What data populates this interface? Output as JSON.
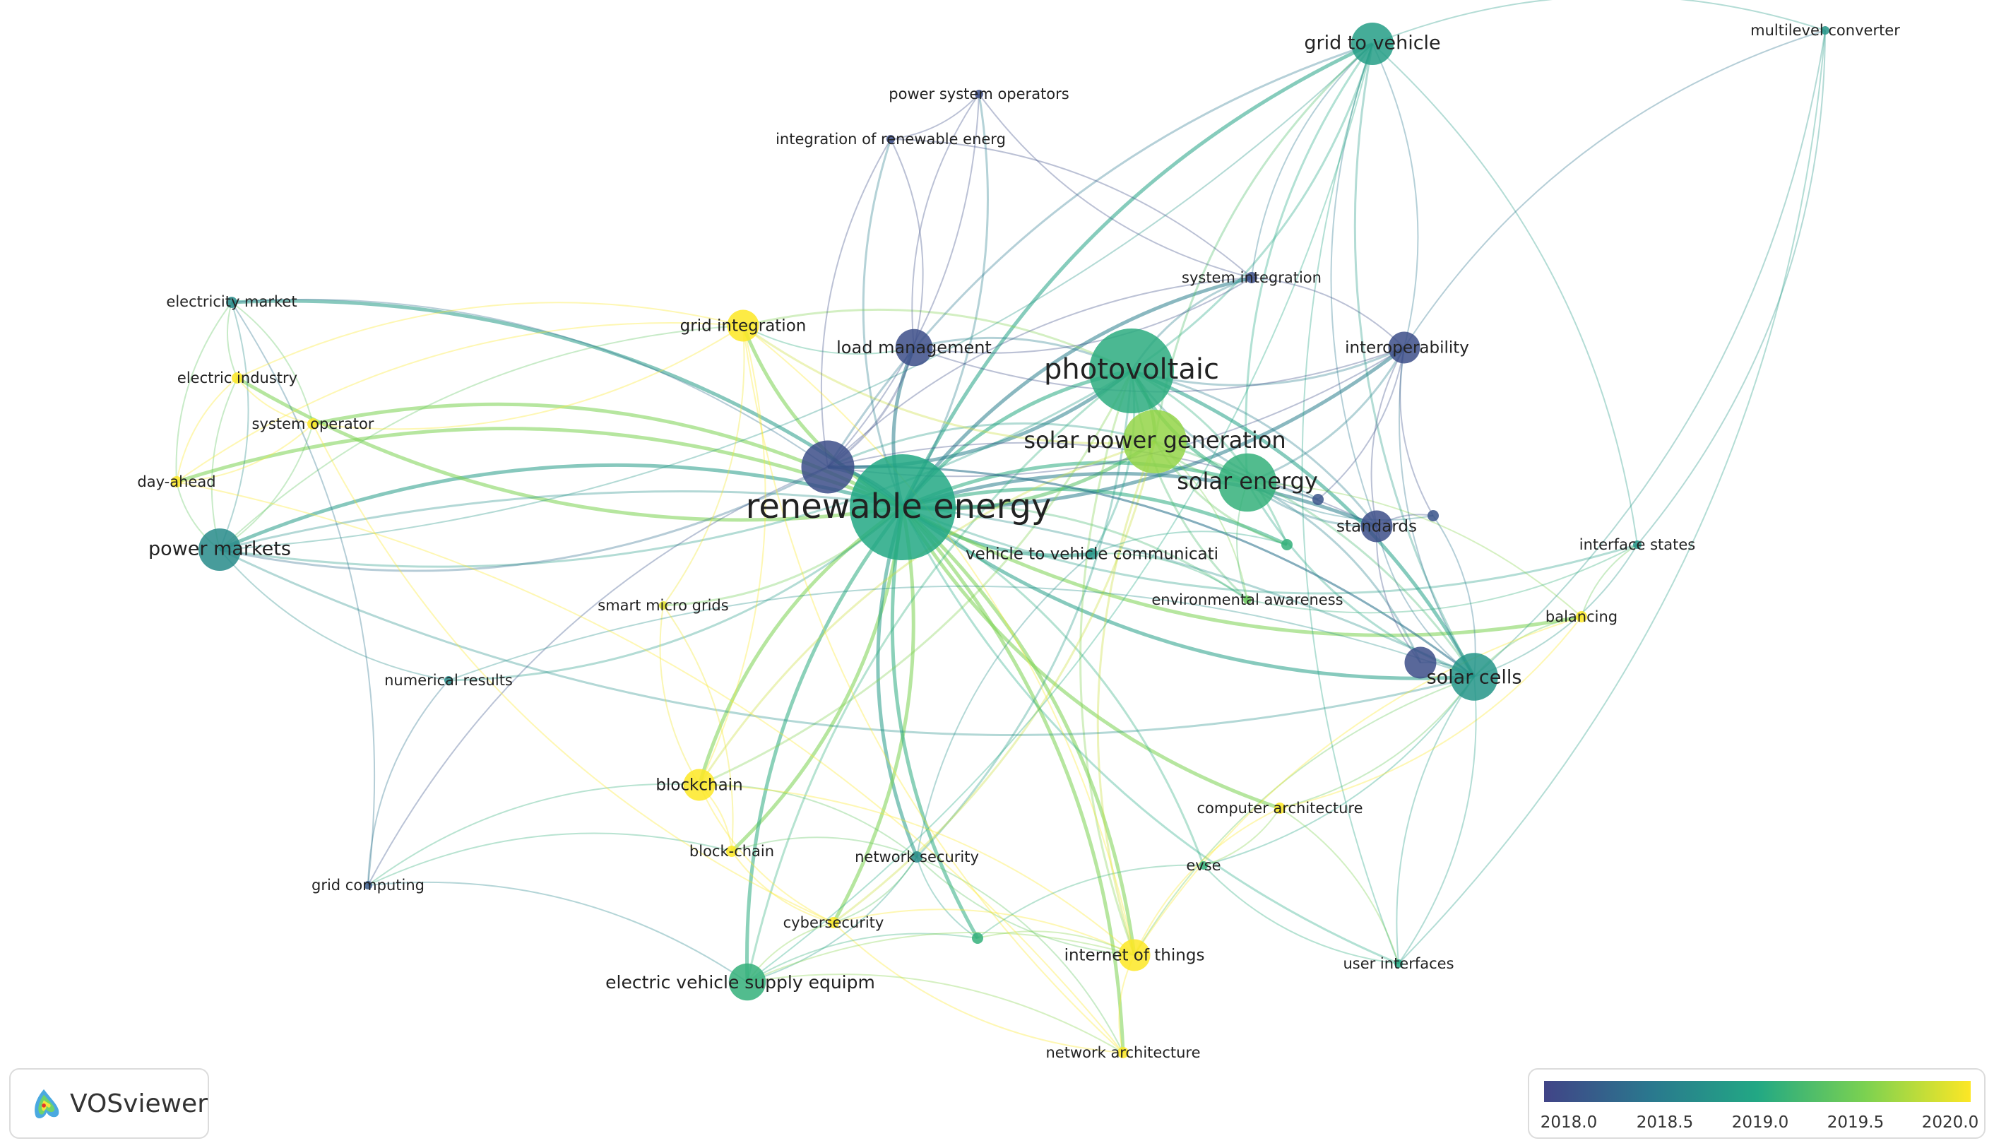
{
  "colors": {
    "c2018": "#414487",
    "c2018_5": "#2a788e",
    "c2019": "#22a884",
    "c2019_5": "#7ad151",
    "c2020": "#fde725"
  },
  "logo": {
    "text": "VOSviewer",
    "icon": "vosviewer-logo-icon"
  },
  "legend": {
    "ticks": [
      "2018.0",
      "2018.5",
      "2019.0",
      "2019.5",
      "2020.0"
    ]
  },
  "nodes": [
    {
      "id": "re",
      "label": "renewable energy",
      "year": 2019.0,
      "weight": 10
    },
    {
      "id": "pv",
      "label": "photovoltaic",
      "year": 2019.05,
      "weight": 8
    },
    {
      "id": "spg",
      "label": "solar power generation",
      "year": 2019.6,
      "weight": 6
    },
    {
      "id": "se",
      "label": "solar energy",
      "year": 2019.1,
      "weight": 5.5
    },
    {
      "id": "sc",
      "label": "solar cells",
      "year": 2018.8,
      "weight": 4.5
    },
    {
      "id": "gtv",
      "label": "grid to vehicle",
      "year": 2018.9,
      "weight": 4
    },
    {
      "id": "pm",
      "label": "power markets",
      "year": 2018.7,
      "weight": 4
    },
    {
      "id": "lm",
      "label": "load management",
      "year": 2018.1,
      "weight": 3.5
    },
    {
      "id": "u1",
      "label": "",
      "year": 2018.1,
      "weight": 5
    },
    {
      "id": "gi",
      "label": "grid integration",
      "year": 2020.0,
      "weight": 3
    },
    {
      "id": "em",
      "label": "electricity market",
      "year": 2018.7,
      "weight": 2.5
    },
    {
      "id": "ei",
      "label": "electric industry",
      "year": 2020.0,
      "weight": 2.5
    },
    {
      "id": "so",
      "label": "system operator",
      "year": 2020.0,
      "weight": 2.5
    },
    {
      "id": "da",
      "label": "day-ahead",
      "year": 2020.0,
      "weight": 2.5
    },
    {
      "id": "pso",
      "label": "power system operators",
      "year": 2018.1,
      "weight": 2
    },
    {
      "id": "iore",
      "label": "integration of renewable energ",
      "year": 2018.1,
      "weight": 2
    },
    {
      "id": "mlc",
      "label": "multilevel converter",
      "year": 2018.8,
      "weight": 2
    },
    {
      "id": "si",
      "label": "system integration",
      "year": 2018.1,
      "weight": 2.5
    },
    {
      "id": "iop",
      "label": "interoperability",
      "year": 2018.1,
      "weight": 3
    },
    {
      "id": "std",
      "label": "standards",
      "year": 2018.1,
      "weight": 3
    },
    {
      "id": "u2",
      "label": "",
      "year": 2018.15,
      "weight": 2.5
    },
    {
      "id": "u3",
      "label": "",
      "year": 2018.15,
      "weight": 2.5
    },
    {
      "id": "u4",
      "label": "",
      "year": 2019.1,
      "weight": 2.5
    },
    {
      "id": "u5",
      "label": "",
      "year": 2018.1,
      "weight": 3
    },
    {
      "id": "v2v",
      "label": "vehicle to vehicle communicati",
      "year": 2018.8,
      "weight": 2.5
    },
    {
      "id": "ea",
      "label": "environmental awareness",
      "year": 2019.4,
      "weight": 2
    },
    {
      "id": "is",
      "label": "interface states",
      "year": 2018.8,
      "weight": 2
    },
    {
      "id": "bal",
      "label": "balancing",
      "year": 2020.0,
      "weight": 2.5
    },
    {
      "id": "smg",
      "label": "smart micro grids",
      "year": 2019.9,
      "weight": 2
    },
    {
      "id": "nr",
      "label": "numerical results",
      "year": 2018.7,
      "weight": 2
    },
    {
      "id": "bc",
      "label": "blockchain",
      "year": 2020.0,
      "weight": 3
    },
    {
      "id": "bc2",
      "label": "block-chain",
      "year": 2020.0,
      "weight": 2.5
    },
    {
      "id": "gc",
      "label": "grid computing",
      "year": 2018.2,
      "weight": 2
    },
    {
      "id": "ns",
      "label": "network security",
      "year": 2018.7,
      "weight": 2.5
    },
    {
      "id": "cs",
      "label": "cybersecurity",
      "year": 2020.0,
      "weight": 2.5
    },
    {
      "id": "u6",
      "label": "",
      "year": 2019.1,
      "weight": 2.5
    },
    {
      "id": "ca",
      "label": "computer architecture",
      "year": 2020.0,
      "weight": 2.5
    },
    {
      "id": "evse",
      "label": "evse",
      "year": 2019.1,
      "weight": 2
    },
    {
      "id": "iot",
      "label": "internet of things",
      "year": 2020.0,
      "weight": 3
    },
    {
      "id": "ui",
      "label": "user interfaces",
      "year": 2019.0,
      "weight": 2
    },
    {
      "id": "evsupply",
      "label": "electric vehicle supply equipm",
      "year": 2019.1,
      "weight": 3.5
    },
    {
      "id": "na",
      "label": "network architecture",
      "year": 2020.0,
      "weight": 2.5
    }
  ],
  "links": [
    [
      "re",
      "pv"
    ],
    [
      "re",
      "spg"
    ],
    [
      "re",
      "se"
    ],
    [
      "re",
      "sc"
    ],
    [
      "re",
      "gtv"
    ],
    [
      "re",
      "pm"
    ],
    [
      "re",
      "lm"
    ],
    [
      "re",
      "u1"
    ],
    [
      "re",
      "gi"
    ],
    [
      "re",
      "em"
    ],
    [
      "re",
      "iore"
    ],
    [
      "re",
      "pso"
    ],
    [
      "re",
      "si"
    ],
    [
      "re",
      "iop"
    ],
    [
      "re",
      "std"
    ],
    [
      "re",
      "v2v"
    ],
    [
      "re",
      "ea"
    ],
    [
      "re",
      "bal"
    ],
    [
      "re",
      "smg"
    ],
    [
      "re",
      "bc"
    ],
    [
      "re",
      "bc2"
    ],
    [
      "re",
      "ns"
    ],
    [
      "re",
      "cs"
    ],
    [
      "re",
      "u6"
    ],
    [
      "re",
      "iot"
    ],
    [
      "re",
      "evsupply"
    ],
    [
      "re",
      "na"
    ],
    [
      "re",
      "ca"
    ],
    [
      "re",
      "evse"
    ],
    [
      "re",
      "ui"
    ],
    [
      "re",
      "nr"
    ],
    [
      "re",
      "is"
    ],
    [
      "re",
      "u4"
    ],
    [
      "re",
      "so"
    ],
    [
      "re",
      "ei"
    ],
    [
      "re",
      "da"
    ],
    [
      "pv",
      "spg"
    ],
    [
      "pv",
      "se"
    ],
    [
      "pv",
      "sc"
    ],
    [
      "pv",
      "gtv"
    ],
    [
      "pv",
      "u1"
    ],
    [
      "pv",
      "lm"
    ],
    [
      "pv",
      "si"
    ],
    [
      "pv",
      "iop"
    ],
    [
      "pv",
      "std"
    ],
    [
      "pv",
      "u2"
    ],
    [
      "pv",
      "u4"
    ],
    [
      "pv",
      "evsupply"
    ],
    [
      "pv",
      "ns"
    ],
    [
      "pv",
      "iot"
    ],
    [
      "pv",
      "bc"
    ],
    [
      "pv",
      "gi"
    ],
    [
      "pv",
      "pm"
    ],
    [
      "pv",
      "ea"
    ],
    [
      "pv",
      "v2v"
    ],
    [
      "spg",
      "se"
    ],
    [
      "spg",
      "sc"
    ],
    [
      "spg",
      "u1"
    ],
    [
      "spg",
      "gtv"
    ],
    [
      "spg",
      "u4"
    ],
    [
      "spg",
      "ea"
    ],
    [
      "spg",
      "iot"
    ],
    [
      "spg",
      "cs"
    ],
    [
      "spg",
      "bc"
    ],
    [
      "spg",
      "gi"
    ],
    [
      "se",
      "sc"
    ],
    [
      "se",
      "gtv"
    ],
    [
      "se",
      "std"
    ],
    [
      "se",
      "u2"
    ],
    [
      "se",
      "u3"
    ],
    [
      "se",
      "u5"
    ],
    [
      "se",
      "iop"
    ],
    [
      "se",
      "bal"
    ],
    [
      "se",
      "ea"
    ],
    [
      "sc",
      "gtv"
    ],
    [
      "sc",
      "is"
    ],
    [
      "sc",
      "bal"
    ],
    [
      "sc",
      "u5"
    ],
    [
      "sc",
      "std"
    ],
    [
      "sc",
      "u3"
    ],
    [
      "sc",
      "iop"
    ],
    [
      "sc",
      "ui"
    ],
    [
      "sc",
      "ca"
    ],
    [
      "sc",
      "iot"
    ],
    [
      "sc",
      "pm"
    ],
    [
      "sc",
      "u1"
    ],
    [
      "sc",
      "evse"
    ],
    [
      "sc",
      "mlc"
    ],
    [
      "gtv",
      "mlc"
    ],
    [
      "gtv",
      "u1"
    ],
    [
      "gtv",
      "iop"
    ],
    [
      "gtv",
      "std"
    ],
    [
      "gtv",
      "evsupply"
    ],
    [
      "gtv",
      "ui"
    ],
    [
      "gtv",
      "is"
    ],
    [
      "gtv",
      "si"
    ],
    [
      "gtv",
      "pm"
    ],
    [
      "pm",
      "em"
    ],
    [
      "pm",
      "ei"
    ],
    [
      "pm",
      "so"
    ],
    [
      "pm",
      "da"
    ],
    [
      "pm",
      "u1"
    ],
    [
      "pm",
      "gi"
    ],
    [
      "pm",
      "nr"
    ],
    [
      "pm",
      "sc"
    ],
    [
      "em",
      "ei"
    ],
    [
      "em",
      "so"
    ],
    [
      "em",
      "da"
    ],
    [
      "em",
      "u1"
    ],
    [
      "ei",
      "da"
    ],
    [
      "so",
      "da"
    ],
    [
      "ei",
      "so"
    ],
    [
      "lm",
      "u1"
    ],
    [
      "lm",
      "iore"
    ],
    [
      "lm",
      "pso"
    ],
    [
      "lm",
      "si"
    ],
    [
      "lm",
      "gi"
    ],
    [
      "lm",
      "iop"
    ],
    [
      "u1",
      "iore"
    ],
    [
      "u1",
      "pso"
    ],
    [
      "u1",
      "si"
    ],
    [
      "u1",
      "iop"
    ],
    [
      "u1",
      "std"
    ],
    [
      "u1",
      "gc"
    ],
    [
      "u1",
      "sc"
    ],
    [
      "iore",
      "pso"
    ],
    [
      "iore",
      "si"
    ],
    [
      "pso",
      "si"
    ],
    [
      "si",
      "iop"
    ],
    [
      "iop",
      "std"
    ],
    [
      "iop",
      "u2"
    ],
    [
      "iop",
      "u3"
    ],
    [
      "std",
      "u3"
    ],
    [
      "std",
      "u5"
    ],
    [
      "bc",
      "bc2"
    ],
    [
      "bc",
      "cs"
    ],
    [
      "bc",
      "ns"
    ],
    [
      "bc",
      "gc"
    ],
    [
      "bc",
      "smg"
    ],
    [
      "bc",
      "gi"
    ],
    [
      "bc",
      "iot"
    ],
    [
      "bc2",
      "cs"
    ],
    [
      "bc2",
      "ns"
    ],
    [
      "bc2",
      "gc"
    ],
    [
      "ns",
      "cs"
    ],
    [
      "ns",
      "iot"
    ],
    [
      "ns",
      "evsupply"
    ],
    [
      "ns",
      "u6"
    ],
    [
      "ns",
      "na"
    ],
    [
      "cs",
      "evsupply"
    ],
    [
      "cs",
      "iot"
    ],
    [
      "cs",
      "na"
    ],
    [
      "u6",
      "iot"
    ],
    [
      "u6",
      "evsupply"
    ],
    [
      "u6",
      "evse"
    ],
    [
      "iot",
      "na"
    ],
    [
      "iot",
      "ca"
    ],
    [
      "iot",
      "evsupply"
    ],
    [
      "ca",
      "evse"
    ],
    [
      "ca",
      "bal"
    ],
    [
      "evsupply",
      "na"
    ],
    [
      "evsupply",
      "gc"
    ],
    [
      "gc",
      "nr"
    ],
    [
      "gc",
      "em"
    ],
    [
      "nr",
      "sc"
    ],
    [
      "smg",
      "gi"
    ],
    [
      "smg",
      "bc2"
    ],
    [
      "ui",
      "sc"
    ],
    [
      "ui",
      "evse"
    ],
    [
      "ui",
      "ca"
    ],
    [
      "bal",
      "is"
    ],
    [
      "bal",
      "iot"
    ],
    [
      "is",
      "ea"
    ],
    [
      "ea",
      "v2v"
    ],
    [
      "v2v",
      "u4"
    ],
    [
      "v2v",
      "ns"
    ],
    [
      "mlc",
      "is"
    ],
    [
      "mlc",
      "iop"
    ],
    [
      "mlc",
      "ui"
    ],
    [
      "gi",
      "ei"
    ],
    [
      "gi",
      "so"
    ],
    [
      "gi",
      "da"
    ],
    [
      "gi",
      "iot"
    ],
    [
      "gi",
      "na"
    ],
    [
      "da",
      "na"
    ],
    [
      "so",
      "cs"
    ]
  ]
}
